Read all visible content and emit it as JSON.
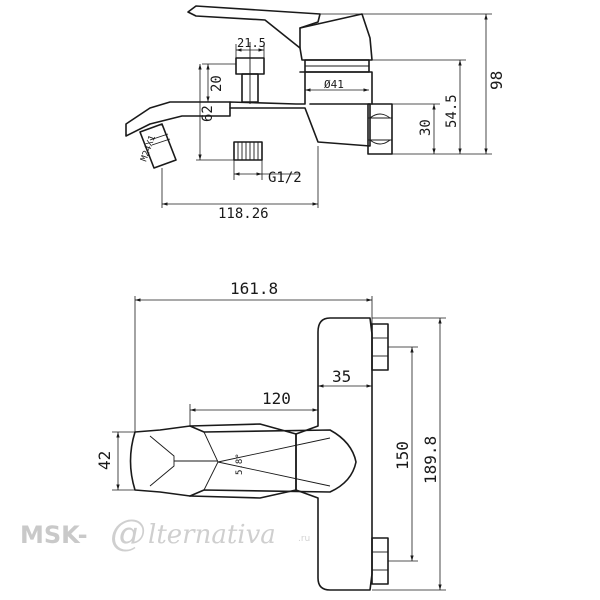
{
  "side_view": {
    "dim_21_5": "21.5",
    "dim_20": "20",
    "dim_62": "62",
    "dim_diameter_41": "Ø41",
    "dim_30": "30",
    "dim_54_5": "54.5",
    "dim_98": "98",
    "thread_m24": "M24X1",
    "thread_g12": "G1/2",
    "dim_118_26": "118.26"
  },
  "top_view": {
    "dim_161_8": "161.8",
    "dim_35": "35",
    "dim_120": "120",
    "dim_42": "42",
    "angle_5_8": "5.8°",
    "dim_150": "150",
    "dim_189_8": "189.8"
  },
  "watermark": {
    "brand_left": "MSK-",
    "brand_symbol": "@",
    "brand_right": "lternativa",
    "brand_domain": ".ru"
  },
  "colors": {
    "line": "#1a1a1a",
    "background": "#ffffff",
    "watermark": "#c9c9c9"
  }
}
